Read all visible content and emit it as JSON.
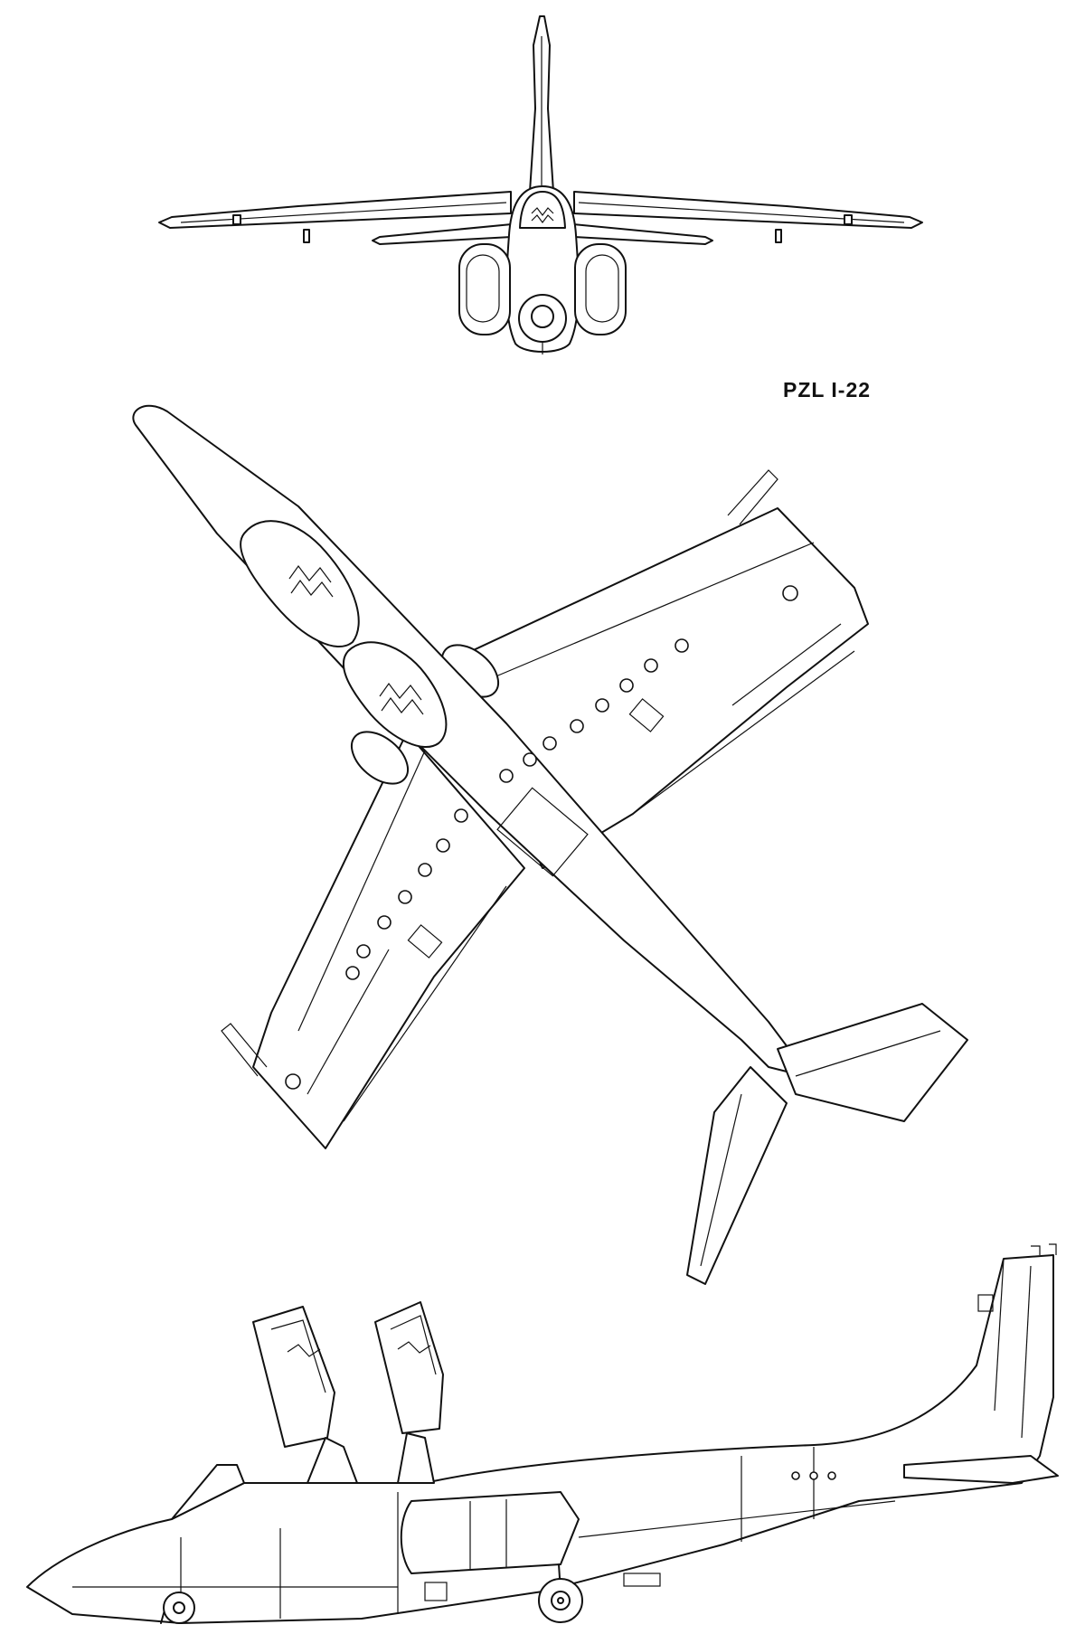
{
  "title": "PZL I-22",
  "views": {
    "front": {
      "name": "front-view"
    },
    "plan": {
      "name": "plan-view"
    },
    "side": {
      "name": "side-view"
    }
  }
}
